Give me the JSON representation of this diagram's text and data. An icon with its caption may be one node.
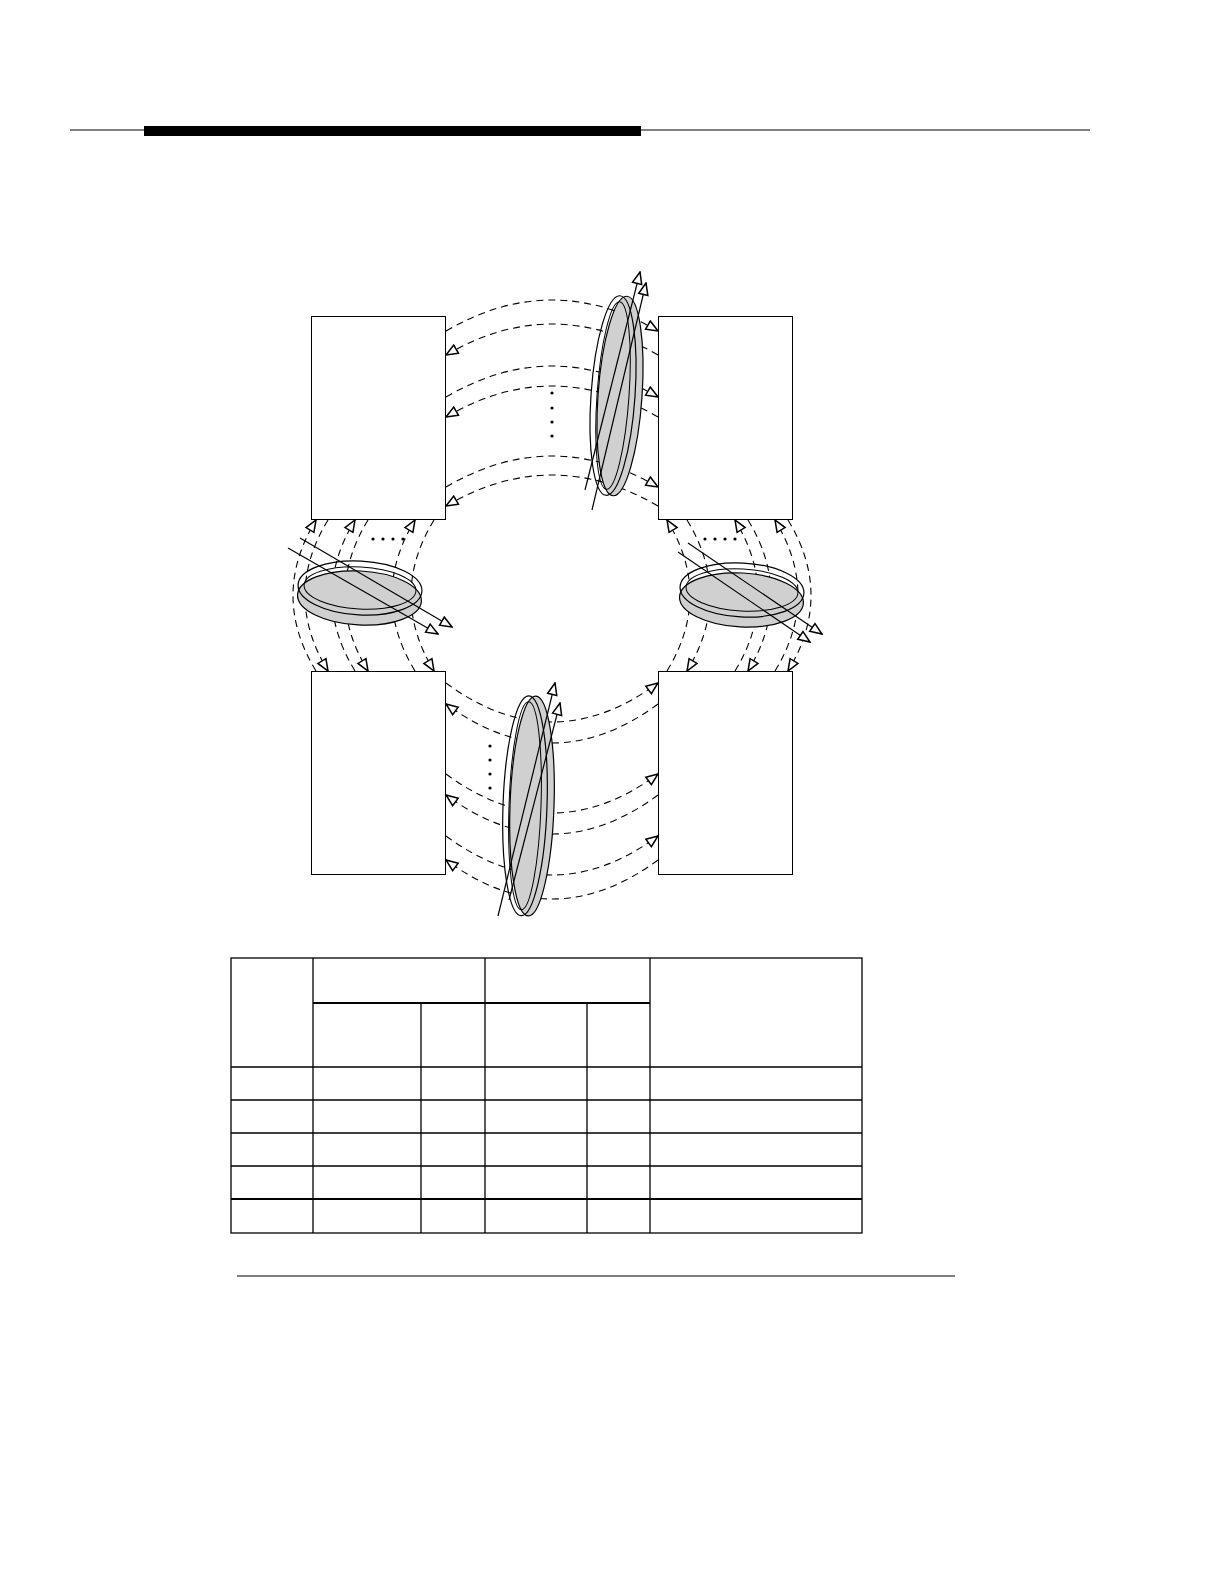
{
  "diagram": {
    "nodes": [
      {
        "text": [],
        "shape": "box"
      },
      {
        "text": [],
        "shape": "box"
      },
      {
        "text": [],
        "shape": "box"
      },
      {
        "text": [],
        "shape": "box"
      }
    ],
    "edges": [
      {
        "from": 0,
        "to": 1,
        "arrow": "to",
        "style": "dashed"
      },
      {
        "from": 1,
        "to": 0,
        "arrow": "to",
        "style": "dashed"
      },
      {
        "from": 0,
        "to": 1,
        "arrow": "to",
        "style": "dashed"
      },
      {
        "from": 1,
        "to": 0,
        "arrow": "to",
        "style": "dashed"
      },
      {
        "from": 0,
        "to": 1,
        "arrow": "to",
        "style": "dashed"
      },
      {
        "from": 1,
        "to": 0,
        "arrow": "to",
        "style": "dashed"
      },
      {
        "from": 2,
        "to": 3,
        "arrow": "to",
        "style": "dashed"
      },
      {
        "from": 3,
        "to": 2,
        "arrow": "to",
        "style": "dashed"
      },
      {
        "from": 2,
        "to": 3,
        "arrow": "to",
        "style": "dashed"
      },
      {
        "from": 3,
        "to": 2,
        "arrow": "to",
        "style": "dashed"
      },
      {
        "from": 2,
        "to": 3,
        "arrow": "to",
        "style": "dashed"
      },
      {
        "from": 3,
        "to": 2,
        "arrow": "to",
        "style": "dashed"
      },
      {
        "from": 2,
        "to": 0,
        "arrow": "to",
        "style": "dashed"
      },
      {
        "from": 0,
        "to": 2,
        "arrow": "to",
        "style": "dashed"
      },
      {
        "from": 2,
        "to": 0,
        "arrow": "to",
        "style": "dashed"
      },
      {
        "from": 0,
        "to": 2,
        "arrow": "to",
        "style": "dashed"
      },
      {
        "from": 2,
        "to": 0,
        "arrow": "to",
        "style": "dashed"
      },
      {
        "from": 0,
        "to": 2,
        "arrow": "to",
        "style": "dashed"
      },
      {
        "from": 3,
        "to": 1,
        "arrow": "to",
        "style": "dashed"
      },
      {
        "from": 1,
        "to": 3,
        "arrow": "to",
        "style": "dashed"
      },
      {
        "from": 3,
        "to": 1,
        "arrow": "to",
        "style": "dashed"
      },
      {
        "from": 1,
        "to": 3,
        "arrow": "to",
        "style": "dashed"
      },
      {
        "from": 3,
        "to": 1,
        "arrow": "to",
        "style": "dashed"
      },
      {
        "from": 1,
        "to": 3,
        "arrow": "to",
        "style": "dashed"
      }
    ]
  }
}
